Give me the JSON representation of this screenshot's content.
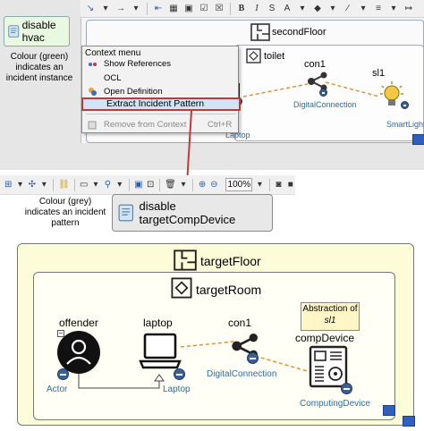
{
  "top": {
    "hvac_annotation": "disable hvac",
    "note_green": "Colour (green) indicates an incident instance",
    "floor_label": "secondFloor",
    "toilet_label": "toilet",
    "con_label": "con1",
    "con_type": "DigitalConnection",
    "sl_label": "sl1",
    "sl_type": "SmartLight",
    "laptop_type": "Laptop",
    "toolbar_fmt_b": "B",
    "toolbar_fmt_i": "I"
  },
  "context_menu": {
    "title": "Context menu",
    "items": {
      "show_references": "Show References",
      "ocl": "OCL",
      "open_definition": "Open Definition",
      "extract": "Extract Incident Pattern",
      "remove": "Remove from Context",
      "remove_shortcut": "Ctrl+R"
    }
  },
  "bottom": {
    "zoom": "100%",
    "note_grey": "Colour (grey) indicates an incident pattern",
    "pattern_annotation": "disable targetCompDevice",
    "floor_label": "targetFloor",
    "room_label": "targetRoom",
    "abstraction_prefix": "Abstraction of",
    "abstraction_target": "sl1",
    "nodes": {
      "offender": "offender",
      "offender_type": "Actor",
      "laptop": "laptop",
      "laptop_type": "Laptop",
      "con": "con1",
      "con_type": "DigitalConnection",
      "device": "compDevice",
      "device_type": "ComputingDevice"
    }
  },
  "colors": {
    "incident_instance": "#e9f8e0",
    "incident_pattern": "#e8e8e8",
    "highlight_border": "#c0393b",
    "floor_fill": "#fcfcd8",
    "link_orange": "#e0903a",
    "port_blue": "#3b5e93"
  }
}
